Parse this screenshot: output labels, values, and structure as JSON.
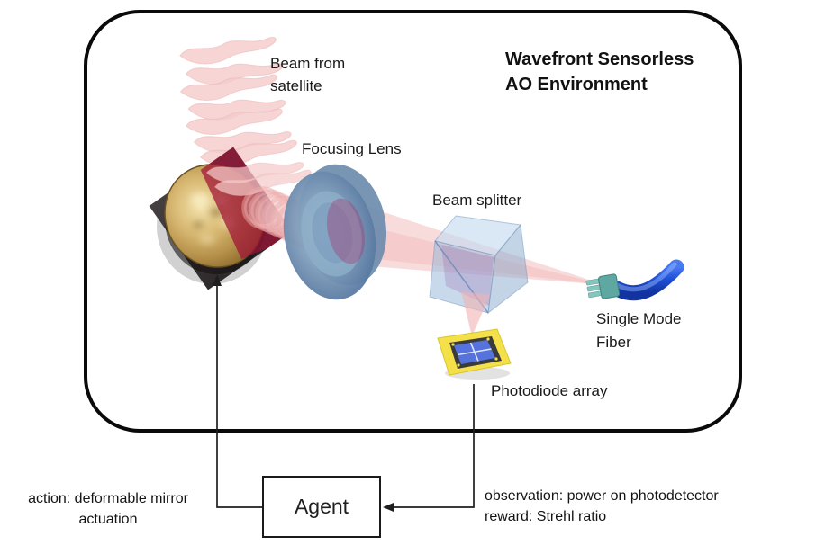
{
  "env": {
    "title": "Wavefront Sensorless\nAO Environment",
    "labels": {
      "beam_from_satellite": "Beam from\nsatellite",
      "focusing_lens": "Focusing Lens",
      "beam_splitter": "Beam splitter",
      "single_mode_fiber": "Single Mode\nFiber",
      "photodiode_array": "Photodiode array"
    }
  },
  "agent": {
    "label": "Agent"
  },
  "annotations": {
    "action": "action: deformable mirror\nactuation",
    "observation": "observation: power on photodetector\nreward: Strehl ratio"
  },
  "colors": {
    "outline_black": "#0a0a0a",
    "beam_pink": "#f5cbcb",
    "beam_ring_rim": "#eaa8a8",
    "beam_red": "#a01236",
    "mirror_plate_dark": "#2e292b",
    "mirror_gold": "#c9a55a",
    "lens_blue": "#7e9cba",
    "lens_beam_purple": "#a04078",
    "splitter_blue": "#9cb8da",
    "fiber_blue": "#2050d8",
    "ferrule_teal": "#5fa8a2",
    "photodiode_yellow": "#f4e049",
    "photodiode_frame": "#3b3b3d",
    "photodiode_cell_blue": "#5572dd",
    "arrow_line": "#1f1f1f"
  }
}
